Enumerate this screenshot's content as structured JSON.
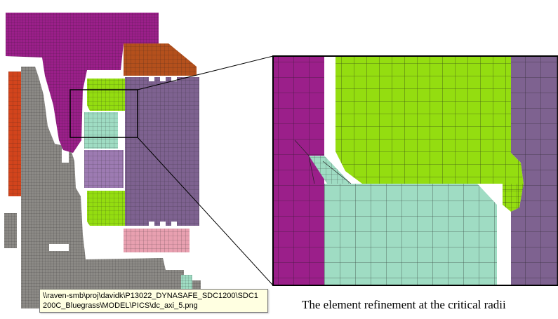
{
  "colors": {
    "magenta": "#9b1f8a",
    "gray": "#8c8a86",
    "lime": "#94dd10",
    "aqua": "#9fdcc3",
    "purple": "#7e6290",
    "orange": "#b4501c",
    "red": "#d2441c",
    "pink": "#e8a0b0",
    "lavender": "#9d7bb2"
  },
  "tooltip": {
    "line1": "\\\\raven-smb\\proj\\davidk\\P13022_DYNASAFE_SDC1200\\SDC1",
    "line2": "200C_Bluegrass\\MODEL\\PICS\\dc_axi_5.png"
  },
  "caption": "The element refinement at the critical radii"
}
